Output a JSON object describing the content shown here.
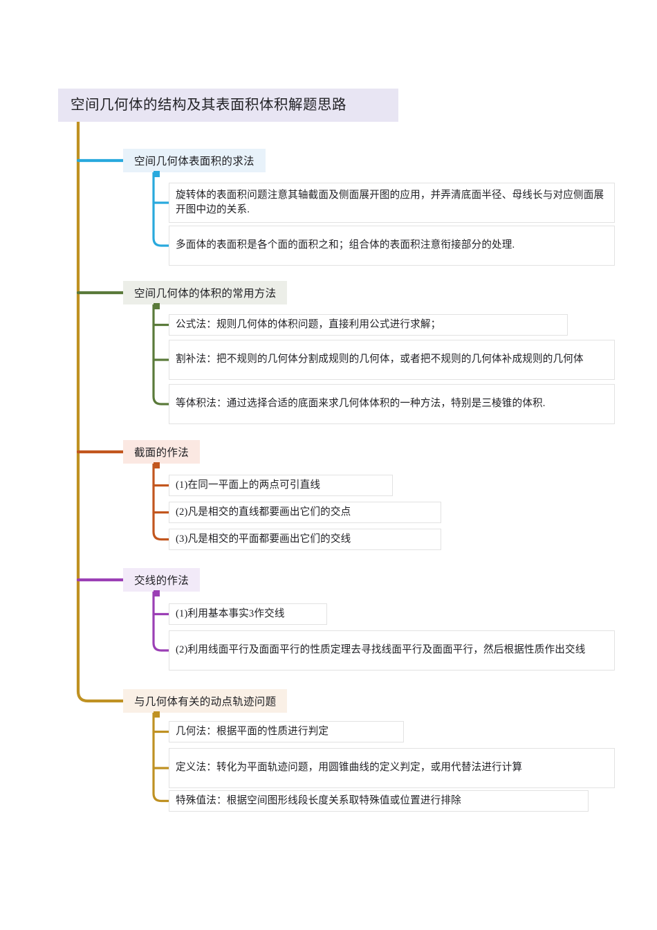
{
  "document": {
    "type": "mindmap",
    "title": "空间几何体的结构及其表面积体积解题思路"
  },
  "colors": {
    "trunk": "#bf9122",
    "root_bg": "#e8e5f3",
    "leaf_border": "#e2e2e2",
    "text": "#1f1f23"
  },
  "root": {
    "label": "空间几何体的结构及其表面积体积解题思路"
  },
  "branches": [
    {
      "label": "空间几何体表面积的求法",
      "color": "#29a9dd",
      "bg": "#e8f2fa",
      "children": [
        {
          "label": "旋转体的表面积问题注意其轴截面及侧面展开图的应用，并弄清底面半径、母线长与对应侧面展开图中边的关系."
        },
        {
          "label": "多面体的表面积是各个面的面积之和；组合体的表面积注意衔接部分的处理."
        }
      ]
    },
    {
      "label": "空间几何体的体积的常用方法",
      "color": "#5a7a3a",
      "bg": "#eceee8",
      "children": [
        {
          "label": "公式法：规则几何体的体积问题，直接利用公式进行求解；"
        },
        {
          "label": "割补法：把不规则的几何体分割成规则的几何体，或者把不规则的几何体补成规则的几何体"
        },
        {
          "label": "等体积法：通过选择合适的底面来求几何体体积的一种方法，特别是三棱锥的体积."
        }
      ]
    },
    {
      "label": "截面的作法",
      "color": "#c2561e",
      "bg": "#fbe8e2",
      "children": [
        {
          "label": "(1)在同一平面上的两点可引直线"
        },
        {
          "label": "(2)凡是相交的直线都要画出它们的交点"
        },
        {
          "label": "(3)凡是相交的平面都要画出它们的交线"
        }
      ]
    },
    {
      "label": "交线的作法",
      "color": "#9b3fb5",
      "bg": "#f2eaf8",
      "children": [
        {
          "label": "(1)利用基本事实3作交线"
        },
        {
          "label": "(2)利用线面平行及面面平行的性质定理去寻找线面平行及面面平行，然后根据性质作出交线"
        }
      ]
    },
    {
      "label": "与几何体有关的动点轨迹问题",
      "color": "#bf9122",
      "bg": "#faf0e6",
      "children": [
        {
          "label": "几何法：根据平面的性质进行判定"
        },
        {
          "label": "定义法：转化为平面轨迹问题，用圆锥曲线的定义判定，或用代替法进行计算"
        },
        {
          "label": "特殊值法：根据空间图形线段长度关系取特殊值或位置进行排除"
        }
      ]
    }
  ]
}
